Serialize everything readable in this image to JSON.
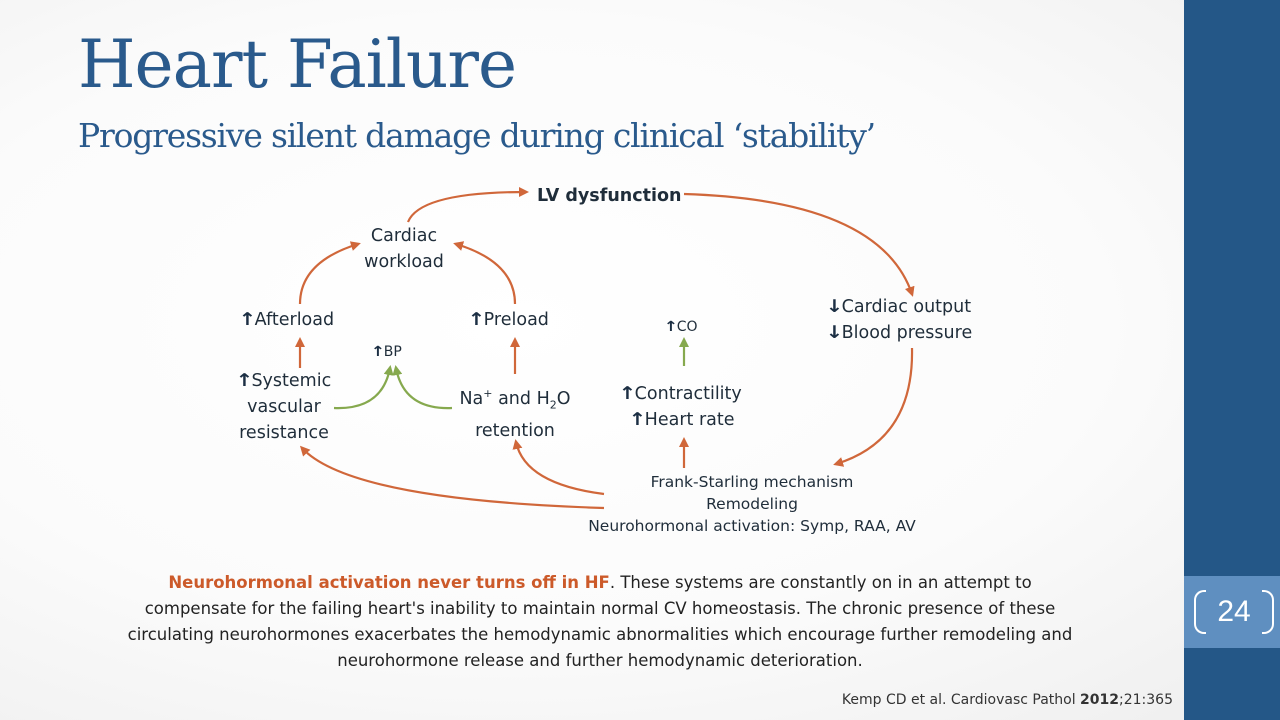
{
  "slide": {
    "title": "Heart Failure",
    "subtitle": "Progressive silent damage during clinical ‘stability’",
    "page_number": "24"
  },
  "diagram": {
    "lv_dysfunction": "LV dysfunction",
    "cardiac_workload_1": "Cardiac",
    "cardiac_workload_2": "workload",
    "afterload": "Afterload",
    "preload": "Preload",
    "bp": "BP",
    "co": "CO",
    "cardiac_output": "Cardiac output",
    "blood_pressure": "Blood pressure",
    "svr_1": "Systemic",
    "svr_2": "vascular",
    "svr_3": "resistance",
    "na_prefix": "Na",
    "na_sup": "+",
    "na_mid": " and H",
    "h2o_sub": "2",
    "na_suffix": "O",
    "retention": "retention",
    "contractility": "Contractility",
    "heart_rate": "Heart rate",
    "frank_starling": "Frank-Starling mechanism",
    "remodeling": "Remodeling",
    "neurohormonal": "Neurohormonal activation: Symp, RAA, AV",
    "colors": {
      "orange_arrow": "#d0673a",
      "green_arrow": "#86a94e",
      "dark_arrow": "#1c2f44"
    }
  },
  "note": {
    "highlight": "Neurohormonal activation never turns off in HF",
    "body": ". These systems are constantly on in an attempt to compensate for the failing heart's inability to maintain normal CV homeostasis. The chronic presence of these circulating neurohormones exacerbates the hemodynamic abnormalities which encourage further remodeling and neurohormone release and further hemodynamic deterioration."
  },
  "citation": {
    "prefix": "Kemp CD et al. Cardiovasc Pathol ",
    "year": "2012",
    "suffix": ";21:365"
  }
}
